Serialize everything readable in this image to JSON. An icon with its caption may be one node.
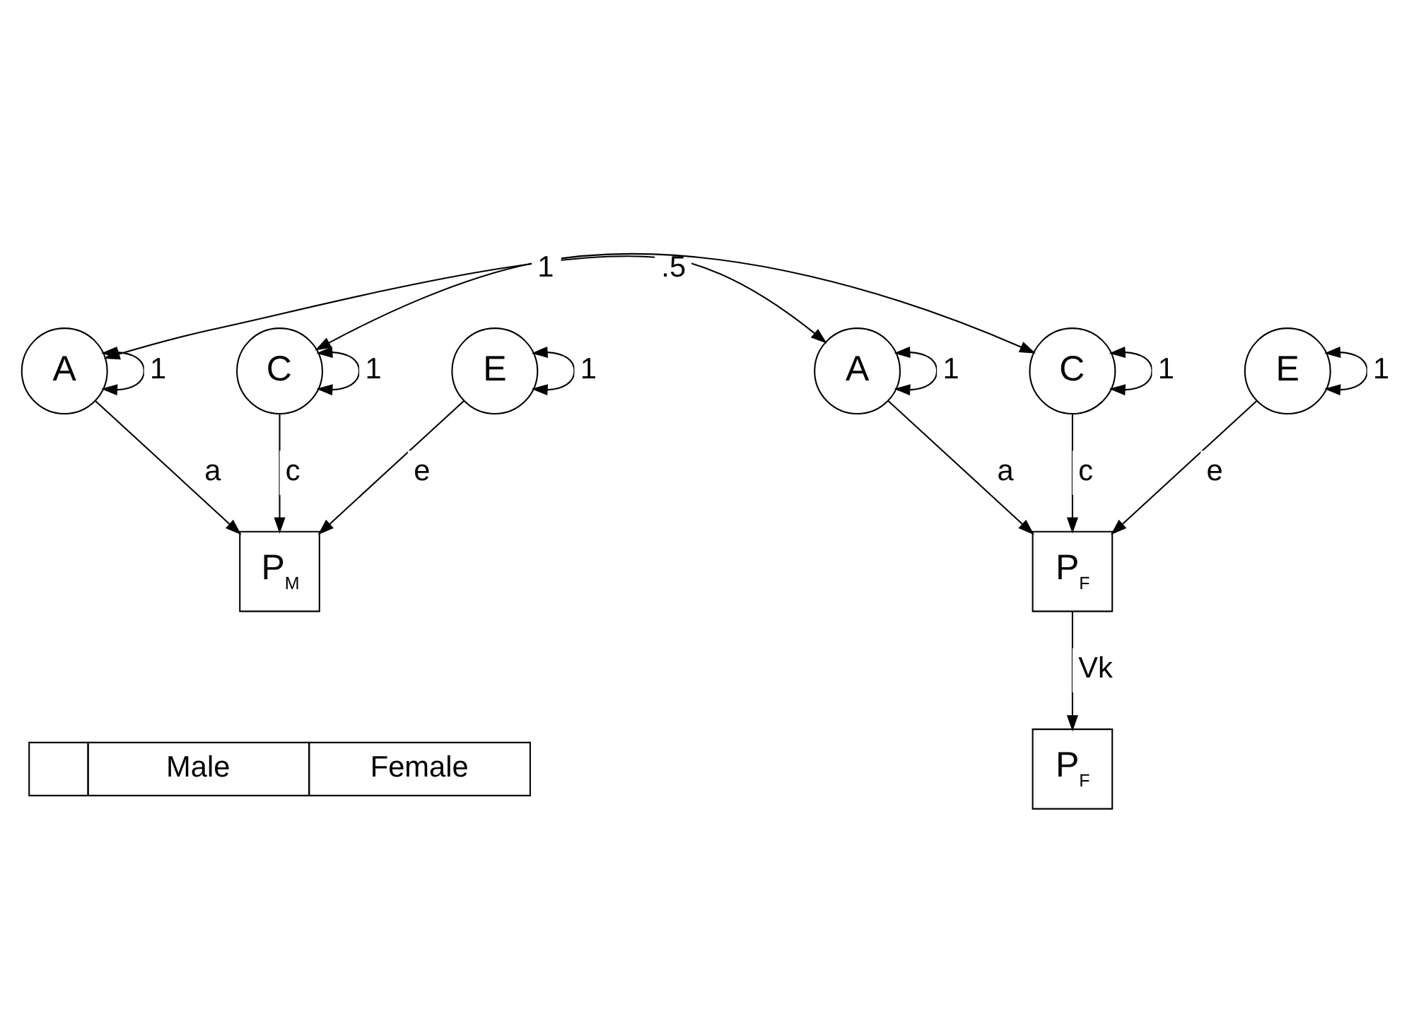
{
  "diagram": {
    "nodes": [
      {
        "text": [
          "A"
        ]
      },
      {
        "text": [
          "C"
        ]
      },
      {
        "text": [
          "E"
        ]
      },
      {
        "text": [
          "P$_{M}$"
        ]
      },
      {
        "text": [
          "A"
        ]
      },
      {
        "text": [
          "C"
        ]
      },
      {
        "text": [
          "E"
        ]
      },
      {
        "text": [
          "P$_{F}$"
        ]
      },
      {
        "text": [
          "P$_{F}$"
        ]
      }
    ],
    "edges": [
      {
        "from": 0,
        "to": 4,
        "arrow": "both",
        "label": ".5"
      },
      {
        "from": 1,
        "to": 5,
        "arrow": "both",
        "label": "1"
      },
      {
        "from": 0,
        "to": 0,
        "arrow": "both",
        "label": "1"
      },
      {
        "from": 1,
        "to": 1,
        "arrow": "both",
        "label": "1"
      },
      {
        "from": 2,
        "to": 2,
        "arrow": "both",
        "label": "1"
      },
      {
        "from": 4,
        "to": 4,
        "arrow": "both",
        "label": "1"
      },
      {
        "from": 5,
        "to": 5,
        "arrow": "both",
        "label": "1"
      },
      {
        "from": 6,
        "to": 6,
        "arrow": "both",
        "label": "1"
      },
      {
        "from": 0,
        "to": 3,
        "arrow": "to",
        "label": "a"
      },
      {
        "from": 1,
        "to": 3,
        "arrow": "to",
        "label": "c"
      },
      {
        "from": 2,
        "to": 3,
        "arrow": "to",
        "label": "e"
      },
      {
        "from": 4,
        "to": 7,
        "arrow": "to",
        "label": "a"
      },
      {
        "from": 5,
        "to": 7,
        "arrow": "to",
        "label": "c"
      },
      {
        "from": 6,
        "to": 7,
        "arrow": "to",
        "label": "e"
      },
      {
        "from": 7,
        "to": 8,
        "arrow": "to",
        "label": "Vk"
      }
    ],
    "labels": [
      "Male",
      "Female"
    ]
  }
}
